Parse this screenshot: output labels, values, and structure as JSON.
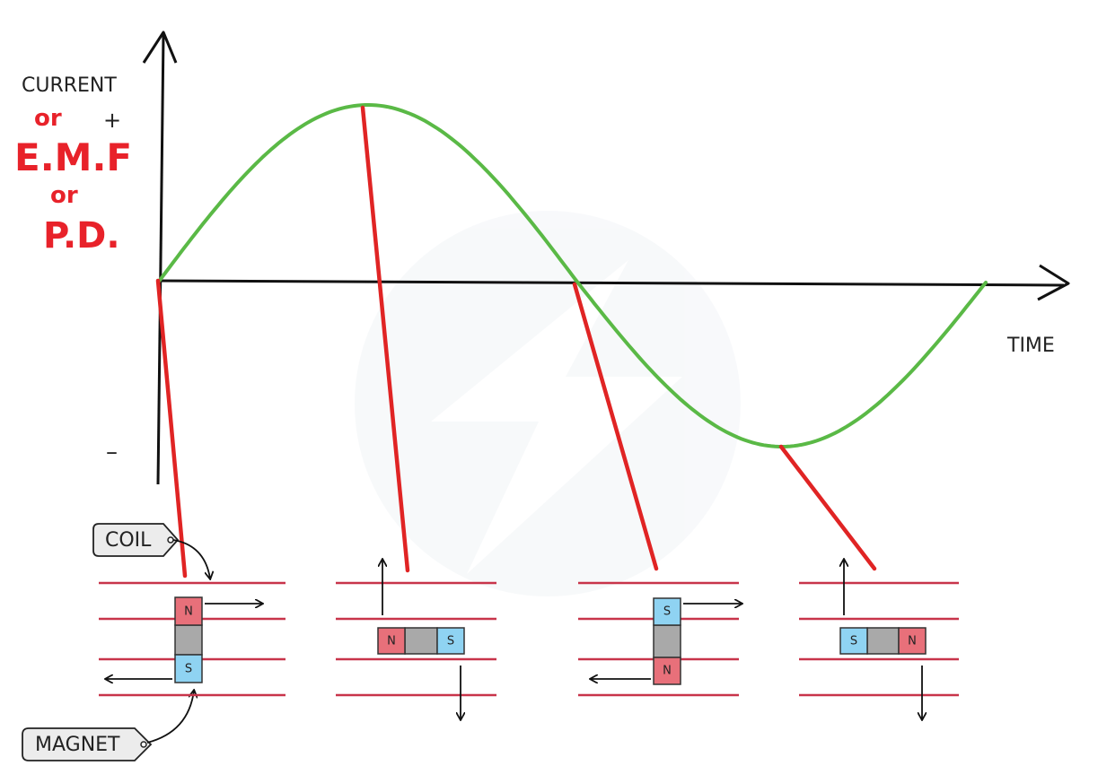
{
  "axes": {
    "y_label": "CURRENT",
    "x_label": "TIME",
    "plus_sign": "+",
    "minus_sign": "–"
  },
  "y_alternatives": {
    "or_1": "or",
    "emf": "E.M.F",
    "or_2": "or",
    "pd": "P.D."
  },
  "labels": {
    "coil": "COIL",
    "magnet": "MAGNET"
  },
  "poles": {
    "n": "N",
    "s": "S"
  },
  "panels": [
    {
      "orientation": "vertical",
      "top_pole": "N",
      "bottom_pole": "S"
    },
    {
      "orientation": "horizontal",
      "left_pole": "N",
      "right_pole": "S"
    },
    {
      "orientation": "vertical",
      "top_pole": "S",
      "bottom_pole": "N"
    },
    {
      "orientation": "horizontal",
      "left_pole": "S",
      "right_pole": "N"
    }
  ],
  "colors": {
    "curve": "#5ab946",
    "pointer": "#e02424",
    "coil_line": "#c8344a",
    "north": "#e8707a",
    "south": "#8fd3f2",
    "magnet_body": "#a9a9a9",
    "axis": "#111111"
  }
}
